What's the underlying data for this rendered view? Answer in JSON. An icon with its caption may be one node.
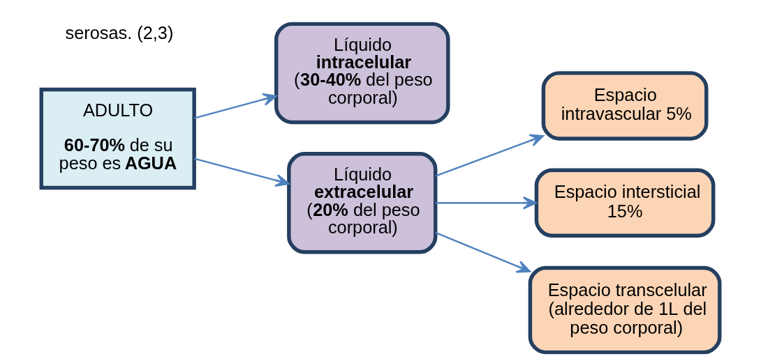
{
  "diagram": {
    "nodes": [
      {
        "text": [
          "ADULTO",
          "**60-70%** de su peso es **AGUA**"
        ]
      },
      {
        "text": [
          "Líquido **intracelular** (**30-40%** del peso corporal)"
        ]
      },
      {
        "text": [
          "Líquido **extracelular** (**20%** del peso corporal)"
        ]
      },
      {
        "text": [
          "Espacio intravascular 5%"
        ]
      },
      {
        "text": [
          "Espacio intersticial 15%"
        ]
      },
      {
        "text": [
          "Espacio transcelular (alrededor de 1L del peso corporal)"
        ]
      }
    ],
    "edges": [
      {
        "from": 0,
        "to": 1,
        "arrow": "to"
      },
      {
        "from": 0,
        "to": 2,
        "arrow": "to"
      },
      {
        "from": 2,
        "to": 3,
        "arrow": "to"
      },
      {
        "from": 2,
        "to": 4,
        "arrow": "to"
      },
      {
        "from": 2,
        "to": 5,
        "arrow": "to"
      }
    ],
    "labels": [
      "serosas. (2,3)"
    ]
  }
}
